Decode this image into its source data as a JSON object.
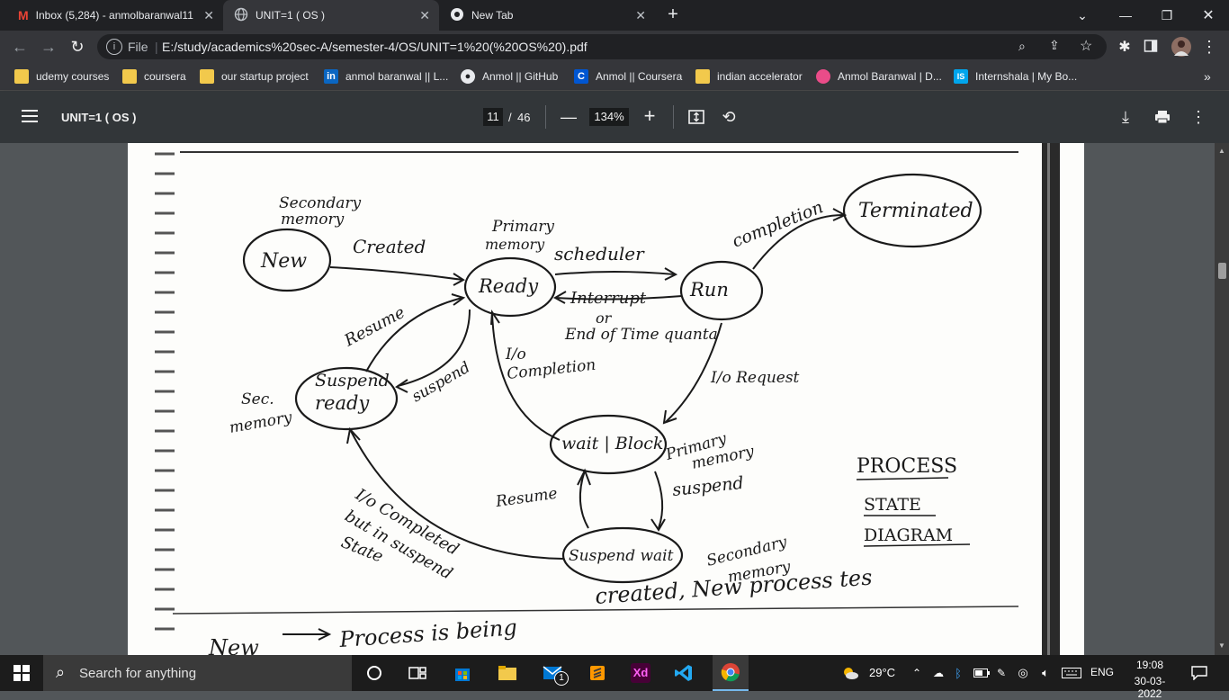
{
  "browser": {
    "tabs": [
      {
        "label": "Inbox (5,284) - anmolbaranwal11",
        "icon": "gmail-icon",
        "active": false
      },
      {
        "label": "UNIT=1 ( OS )",
        "icon": "globe-icon",
        "active": true
      },
      {
        "label": "New Tab",
        "icon": "chrome-icon",
        "active": false
      }
    ],
    "new_tab_symbol": "+",
    "address": {
      "scheme_label": "File",
      "url": "E:/study/academics%20sec-A/semester-4/OS/UNIT=1%20(%20OS%20).pdf"
    },
    "bookmarks": [
      {
        "label": "udemy courses",
        "icon": "folder-icon"
      },
      {
        "label": "coursera",
        "icon": "folder-icon"
      },
      {
        "label": "our startup project",
        "icon": "folder-icon"
      },
      {
        "label": "anmol baranwal || L...",
        "icon": "linkedin-icon"
      },
      {
        "label": "Anmol || GitHub",
        "icon": "github-icon"
      },
      {
        "label": "Anmol || Coursera",
        "icon": "coursera-icon"
      },
      {
        "label": "indian accelerator",
        "icon": "folder-icon"
      },
      {
        "label": "Anmol Baranwal | D...",
        "icon": "dribbble-icon"
      },
      {
        "label": "Internshala | My Bo...",
        "icon": "internshala-icon"
      }
    ],
    "bookmarks_overflow": "»"
  },
  "pdf_viewer": {
    "title": "UNIT=1 ( OS )",
    "current_page": "11",
    "page_separator": "/",
    "total_pages": "46",
    "zoom": "134%"
  },
  "notes": {
    "states": {
      "new": "New",
      "ready": "Ready",
      "run": "Run",
      "terminated": "Terminated",
      "suspend_ready_1": "Suspend",
      "suspend_ready_2": "ready",
      "wait_block": "wait | Block",
      "suspend_wait": "Suspend wait"
    },
    "labels": {
      "secondary_memory_1": "Secondary",
      "secondary_memory_2": "memory",
      "created": "Created",
      "primary_memory_1": "Primary",
      "primary_memory_2": "memory",
      "scheduler": "scheduler",
      "completion": "completion",
      "interrupt": "Interrupt",
      "or": "or",
      "end_of_time_quanta": "End of Time quanta",
      "resume_top": "Resume",
      "suspend_side": "suspend",
      "io_completion_1": "I/o",
      "io_completion_2": "Completion",
      "io_request": "I/o Request",
      "sec_memory_1": "Sec.",
      "sec_memory_2": "memory",
      "primary_memory_b1": "Primary",
      "primary_memory_b2": "memory",
      "suspend_bottom": "suspend",
      "resume_bottom": "Resume",
      "io_completed_1": "I/o Completed",
      "io_completed_2": "but in suspend",
      "io_completed_3": "State",
      "secondary_memory_b1": "Secondary",
      "secondary_memory_b2": "memory",
      "title_1": "PROCESS",
      "title_2": "STATE",
      "title_3": "DIAGRAM",
      "footer_line": "created, New process tes",
      "footer_new": "New",
      "footer_arrow_text": "Process is being"
    }
  },
  "taskbar": {
    "search_placeholder": "Search for anything",
    "temperature": "29°C",
    "language": "ENG",
    "time": "19:08",
    "date": "30-03-2022",
    "mail_badge": "1",
    "xd_label": "Xd"
  }
}
